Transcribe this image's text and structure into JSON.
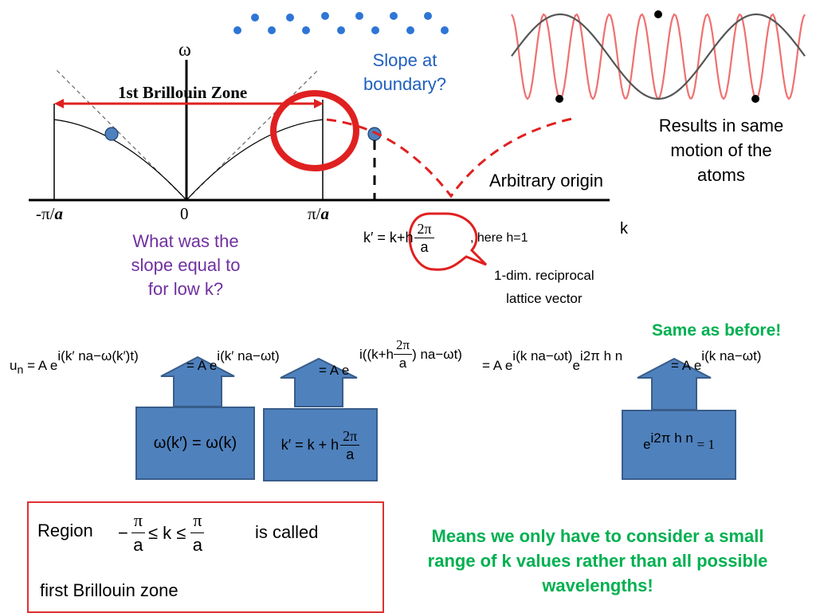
{
  "graph": {
    "omega_label": "ω",
    "zone_label": "1st Brillouin Zone",
    "tick_neg": "-π/",
    "tick_neg_a": "a",
    "tick_zero": "0",
    "tick_pos": "π/",
    "tick_pos_a": "a",
    "k_label": "k",
    "arbitrary_origin": "Arbitrary origin"
  },
  "questions": {
    "slope_boundary": [
      "Slope at",
      "boundary?"
    ],
    "slope_low_k": [
      "What was the",
      "slope equal to",
      "for low k?"
    ]
  },
  "wave_note": [
    "Results in same",
    "motion of the",
    "atoms"
  ],
  "kprime_formula": {
    "lhs": "k′",
    "eq": "=",
    "k": "k",
    "plus": "+",
    "h": "h",
    "num": "2π",
    "den": "a",
    "comma_note": ", here h=1",
    "callout": [
      "1-dim. reciprocal",
      "lattice vector"
    ]
  },
  "same_as_before": "Same as before!",
  "un_equation": {
    "u": "u",
    "sub_n": "n",
    "term1_pre": "= A e",
    "term1_exp": "i(k′ na−ω(k′)t)",
    "term2_pre": "= A e",
    "term2_exp": "i(k′ na−ωt)",
    "term3_pre": "= A e",
    "term3_exp_a": "i((k+h",
    "term3_num": "2π",
    "term3_den": "a",
    "term3_exp_b": ") na−ωt)",
    "term4_pre": "= A e",
    "term4_exp": "i(k na−ωt)",
    "term4_mid": "e",
    "term4_exp2": "i2π h n",
    "term5_pre": "= A e",
    "term5_exp": "i(k na−ωt)"
  },
  "boxes": {
    "omega": "ω(k′) = ω(k)",
    "kprime": {
      "lhs": "k′ = k + h",
      "num": "2π",
      "den": "a"
    },
    "exp": {
      "base": "e",
      "exp": "i2π h n",
      "rhs": "= 1"
    }
  },
  "region": {
    "label": "Region",
    "minus": "−",
    "num": "π",
    "den": "a",
    "middle": "≤ k ≤",
    "num2": "π",
    "den2": "a",
    "is_called": "is called",
    "name": "first Brillouin zone"
  },
  "conclusion": [
    "Means we only have to consider a small",
    "range of k values rather than all possible",
    "wavelengths!"
  ],
  "colors": {
    "question_blue": "#1f5fbf",
    "question_purple": "#7030a0",
    "green": "#00b050",
    "red": "#e02020",
    "box_blue": "#4f81bd",
    "wave_red": "#f07070",
    "wave_gray": "#555555"
  }
}
